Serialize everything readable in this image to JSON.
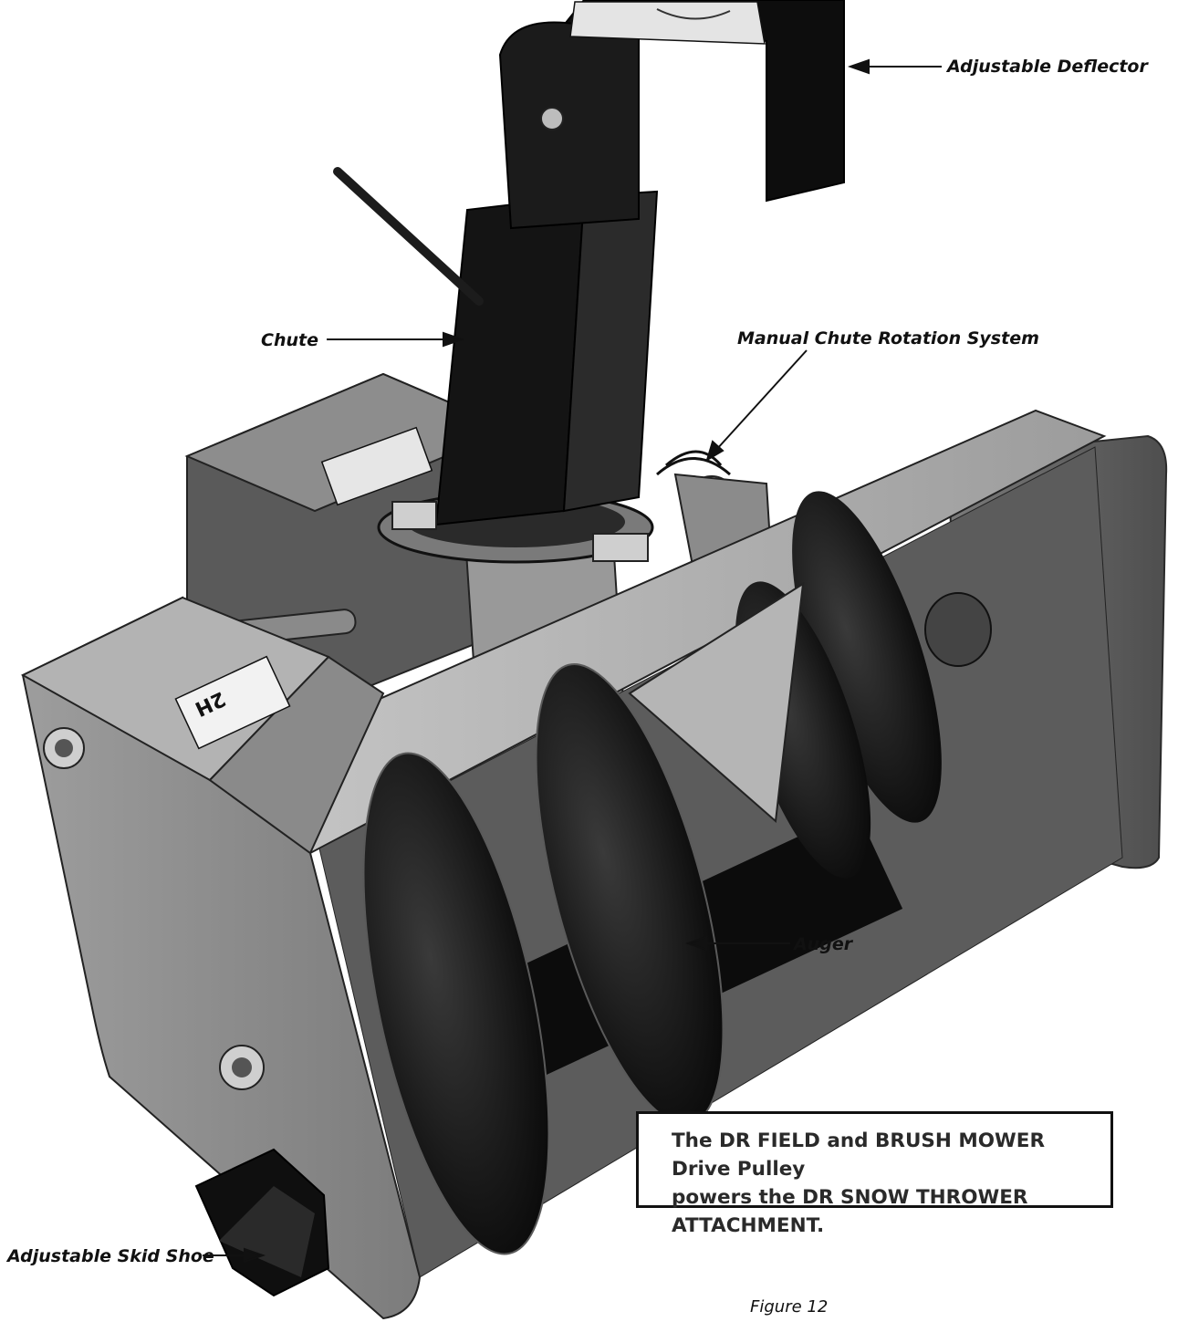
{
  "labels": {
    "adjustable_deflector": "Adjustable Deflector",
    "chute": "Chute",
    "manual_chute_rotation_system": "Manual Chute Rotation System",
    "auger": "Auger",
    "adjustable_skid_shoe": "Adjustable Skid Shoe"
  },
  "note": {
    "line1": "The DR FIELD and BRUSH MOWER Drive Pulley",
    "line2": "powers the DR SNOW THROWER ATTACHMENT."
  },
  "figure_caption": "Figure 12",
  "decals": {
    "side_decal": "2H"
  },
  "colors": {
    "dark_metal": "#1a1a1a",
    "mid_metal": "#5e5e5e",
    "light_metal": "#9a9a9a",
    "highlight": "#c4c4c4"
  }
}
